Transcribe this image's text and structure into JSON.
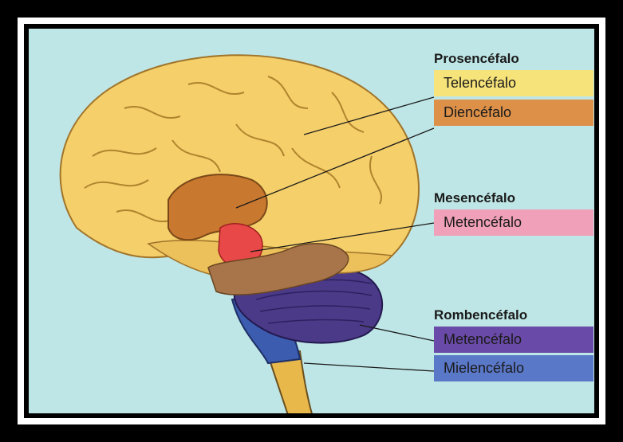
{
  "groups": [
    {
      "title": "Prosencéfalo",
      "items": [
        {
          "label": "Telencéfalo",
          "color": "#f6e37a"
        },
        {
          "label": "Diencéfalo",
          "color": "#dc9048"
        }
      ]
    },
    {
      "title": "Mesencéfalo",
      "items": [
        {
          "label": "Metencéfalo",
          "color": "#f0a0b8"
        }
      ]
    },
    {
      "title": "Rombencéfalo",
      "items": [
        {
          "label": "Metencéfalo",
          "color": "#6a4aa8"
        },
        {
          "label": "Mielencéfalo",
          "color": "#5a78c8"
        }
      ]
    }
  ],
  "colors": {
    "background": "#bfe6e6",
    "cerebrum": "#f4cf6a",
    "diencephalon": "#c9782f",
    "midbrain": "#e84848",
    "pons": "#a8754a",
    "cerebellum": "#4b3a88",
    "medulla": "#3c5cb0"
  }
}
